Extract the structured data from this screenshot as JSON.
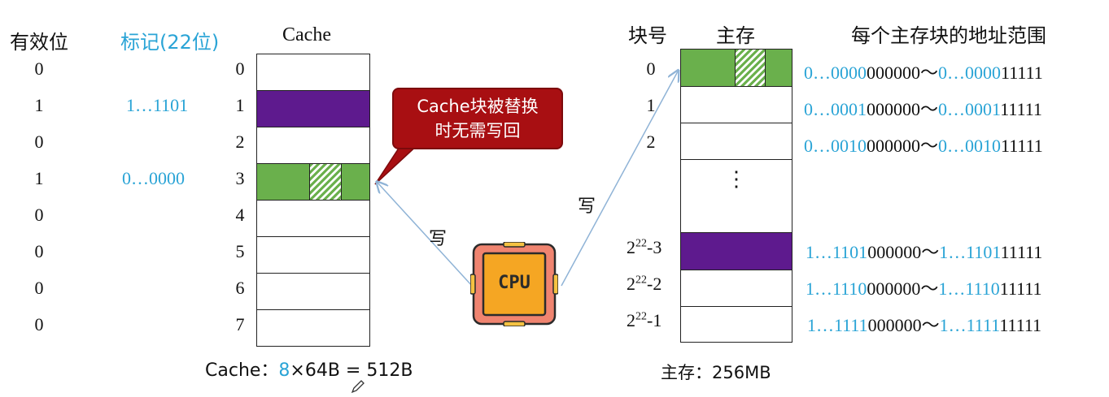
{
  "left": {
    "headers": {
      "valid": "有效位",
      "tag": "标记(22位)",
      "cache": "Cache"
    },
    "valid_bits": [
      "0",
      "1",
      "0",
      "1",
      "0",
      "0",
      "0",
      "0"
    ],
    "tags": [
      "",
      "1…1101",
      "",
      "0…0000",
      "",
      "",
      "",
      ""
    ],
    "line_numbers": [
      "0",
      "1",
      "2",
      "3",
      "4",
      "5",
      "6",
      "7"
    ],
    "caption": {
      "label": "Cache：",
      "count": "8",
      "rest": "×64B = 512B"
    }
  },
  "callout": {
    "line1": "Cache块被替换",
    "line2": "时无需写回"
  },
  "cpu": {
    "label": "CPU"
  },
  "write_labels": {
    "to_cache": "写",
    "to_memory": "写"
  },
  "right": {
    "headers": {
      "block_no": "块号",
      "memory": "主存",
      "range": "每个主存块的地址范围"
    },
    "block_numbers": [
      "0",
      "1",
      "2",
      "",
      "2^22-3",
      "2^22-2",
      "2^22-1"
    ],
    "ellipsis": "⋮",
    "ranges": [
      {
        "start_tag": "0…0000",
        "start_off": "000000",
        "sep": "～",
        "end_tag": "0…0000",
        "end_off": "11111"
      },
      {
        "start_tag": "0…0001",
        "start_off": "000000",
        "sep": "～",
        "end_tag": "0…0001",
        "end_off": "11111"
      },
      {
        "start_tag": "0…0010",
        "start_off": "000000",
        "sep": "～",
        "end_tag": "0…0010",
        "end_off": "11111"
      },
      {
        "start_tag": "1…1101",
        "start_off": "000000",
        "sep": "～",
        "end_tag": "1…1101",
        "end_off": "11111"
      },
      {
        "start_tag": "1…1110",
        "start_off": "000000",
        "sep": "～",
        "end_tag": "1…1110",
        "end_off": "11111"
      },
      {
        "start_tag": "1…1111",
        "start_off": "000000",
        "sep": "～",
        "end_tag": "1…1111",
        "end_off": "11111"
      }
    ],
    "caption": "主存：256MB"
  },
  "colors": {
    "tag_blue": "#2aa4d6",
    "green": "#6ab04c",
    "purple": "#5e1a8e",
    "callout_red": "#a80f12",
    "cpu_orange": "#f5a623"
  }
}
